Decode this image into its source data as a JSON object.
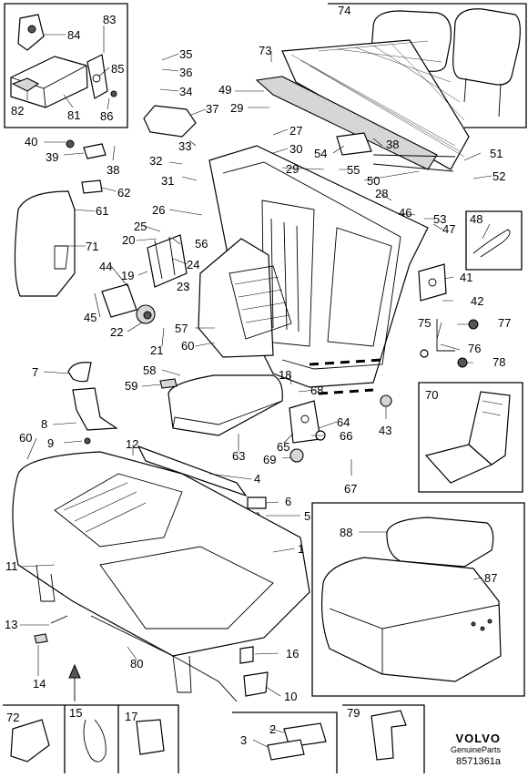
{
  "brand": {
    "name": "VOLVO",
    "subtitle": "GenuineParts",
    "drawing_number": "8571361a"
  },
  "callouts": [
    {
      "id": "c84",
      "text": "84"
    },
    {
      "id": "c83",
      "text": "83"
    },
    {
      "id": "c85",
      "text": "85"
    },
    {
      "id": "c82",
      "text": "82"
    },
    {
      "id": "c81",
      "text": "81"
    },
    {
      "id": "c86",
      "text": "86"
    },
    {
      "id": "c35",
      "text": "35"
    },
    {
      "id": "c36",
      "text": "36"
    },
    {
      "id": "c34",
      "text": "34"
    },
    {
      "id": "c74",
      "text": "74"
    },
    {
      "id": "c73",
      "text": "73"
    },
    {
      "id": "c49",
      "text": "49"
    },
    {
      "id": "c29a",
      "text": "29"
    },
    {
      "id": "c37",
      "text": "37"
    },
    {
      "id": "c27",
      "text": "27"
    },
    {
      "id": "c40",
      "text": "40"
    },
    {
      "id": "c39",
      "text": "39"
    },
    {
      "id": "c38a",
      "text": "38"
    },
    {
      "id": "c33",
      "text": "33"
    },
    {
      "id": "c30",
      "text": "30"
    },
    {
      "id": "c54",
      "text": "54"
    },
    {
      "id": "c38b",
      "text": "38"
    },
    {
      "id": "c51",
      "text": "51"
    },
    {
      "id": "c32",
      "text": "32"
    },
    {
      "id": "c29b",
      "text": "29"
    },
    {
      "id": "c55",
      "text": "55"
    },
    {
      "id": "c52",
      "text": "52"
    },
    {
      "id": "c31",
      "text": "31"
    },
    {
      "id": "c50",
      "text": "50"
    },
    {
      "id": "c62",
      "text": "62"
    },
    {
      "id": "c28",
      "text": "28"
    },
    {
      "id": "c61",
      "text": "61"
    },
    {
      "id": "c26",
      "text": "26"
    },
    {
      "id": "c46",
      "text": "46"
    },
    {
      "id": "c53",
      "text": "53"
    },
    {
      "id": "c48",
      "text": "48"
    },
    {
      "id": "c25",
      "text": "25"
    },
    {
      "id": "c47",
      "text": "47"
    },
    {
      "id": "c20",
      "text": "20"
    },
    {
      "id": "c56",
      "text": "56"
    },
    {
      "id": "c71",
      "text": "71"
    },
    {
      "id": "c24",
      "text": "24"
    },
    {
      "id": "c44",
      "text": "44"
    },
    {
      "id": "c19",
      "text": "19"
    },
    {
      "id": "c41",
      "text": "41"
    },
    {
      "id": "c45",
      "text": "45"
    },
    {
      "id": "c23",
      "text": "23"
    },
    {
      "id": "c42",
      "text": "42"
    },
    {
      "id": "c22",
      "text": "22"
    },
    {
      "id": "c57",
      "text": "57"
    },
    {
      "id": "c75",
      "text": "75"
    },
    {
      "id": "c77",
      "text": "77"
    },
    {
      "id": "c21",
      "text": "21"
    },
    {
      "id": "c60a",
      "text": "60"
    },
    {
      "id": "c76",
      "text": "76"
    },
    {
      "id": "c78",
      "text": "78"
    },
    {
      "id": "c7",
      "text": "7"
    },
    {
      "id": "c58",
      "text": "58"
    },
    {
      "id": "c18",
      "text": "18"
    },
    {
      "id": "c59",
      "text": "59"
    },
    {
      "id": "c68",
      "text": "68"
    },
    {
      "id": "c70",
      "text": "70"
    },
    {
      "id": "c8",
      "text": "8"
    },
    {
      "id": "c64",
      "text": "64"
    },
    {
      "id": "c43",
      "text": "43"
    },
    {
      "id": "c66",
      "text": "66"
    },
    {
      "id": "c9",
      "text": "9"
    },
    {
      "id": "c65",
      "text": "65"
    },
    {
      "id": "c60b",
      "text": "60"
    },
    {
      "id": "c12",
      "text": "12"
    },
    {
      "id": "c63",
      "text": "63"
    },
    {
      "id": "c69",
      "text": "69"
    },
    {
      "id": "c67",
      "text": "67"
    },
    {
      "id": "c4",
      "text": "4"
    },
    {
      "id": "c6",
      "text": "6"
    },
    {
      "id": "c5",
      "text": "5"
    },
    {
      "id": "c88",
      "text": "88"
    },
    {
      "id": "c1",
      "text": "1"
    },
    {
      "id": "c87",
      "text": "87"
    },
    {
      "id": "c11",
      "text": "11"
    },
    {
      "id": "c13",
      "text": "13"
    },
    {
      "id": "c16",
      "text": "16"
    },
    {
      "id": "c80",
      "text": "80"
    },
    {
      "id": "c14",
      "text": "14"
    },
    {
      "id": "c10",
      "text": "10"
    },
    {
      "id": "c72",
      "text": "72"
    },
    {
      "id": "c15",
      "text": "15"
    },
    {
      "id": "c17",
      "text": "17"
    },
    {
      "id": "c2",
      "text": "2"
    },
    {
      "id": "c79",
      "text": "79"
    },
    {
      "id": "c3",
      "text": "3"
    }
  ]
}
